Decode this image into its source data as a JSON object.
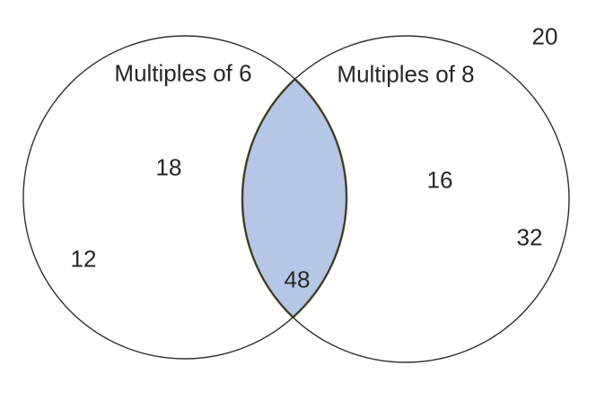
{
  "venn": {
    "left_circle": {
      "label": "Multiples of 6",
      "values": {
        "inner": "18",
        "outer": "12"
      }
    },
    "right_circle": {
      "label": "Multiples of 8",
      "values": {
        "inner": "16",
        "outer": "32"
      }
    },
    "intersection": {
      "value": "48"
    },
    "universe": {
      "outside_value": "20"
    },
    "colors": {
      "background": "#ffffff",
      "circle_stroke": "#2f2f2f",
      "intersection_fill": "#b5c6e6",
      "intersection_stroke": "#6e6e3c",
      "text": "#262626"
    }
  }
}
